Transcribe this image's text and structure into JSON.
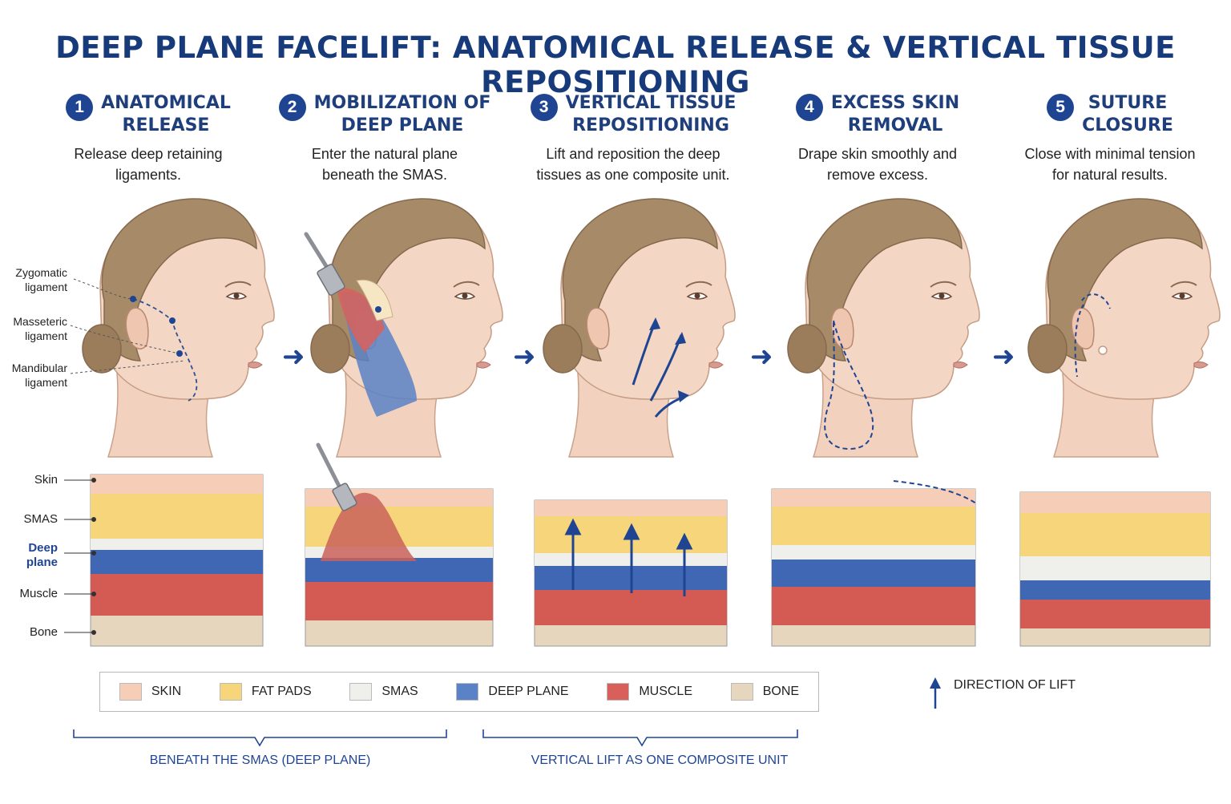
{
  "title": "DEEP PLANE FACELIFT: ANATOMICAL RELEASE & VERTICAL TISSUE REPOSITIONING",
  "steps": [
    {
      "num": "1",
      "title_line1": "ANATOMICAL",
      "title_line2": "RELEASE",
      "desc_line1": "Release deep retaining",
      "desc_line2": "ligaments."
    },
    {
      "num": "2",
      "title_line1": "MOBILIZATION OF",
      "title_line2": "DEEP PLANE",
      "desc_line1": "Enter the natural plane",
      "desc_line2": "beneath the SMAS."
    },
    {
      "num": "3",
      "title_line1": "VERTICAL TISSUE",
      "title_line2": "REPOSITIONING",
      "desc_line1": "Lift and reposition the deep",
      "desc_line2": "tissues as one composite unit."
    },
    {
      "num": "4",
      "title_line1": "EXCESS SKIN",
      "title_line2": "REMOVAL",
      "desc_line1": "Drape skin smoothly and",
      "desc_line2": "remove excess."
    },
    {
      "num": "5",
      "title_line1": "SUTURE",
      "title_line2": "CLOSURE",
      "desc_line1": "Close with minimal tension",
      "desc_line2": "for natural results."
    }
  ],
  "ligaments": {
    "zygomatic_line1": "Zygomatic",
    "zygomatic_line2": "ligament",
    "masseteric_line1": "Masseteric",
    "masseteric_line2": "ligament",
    "mandibular_line1": "Mandibular",
    "mandibular_line2": "ligament"
  },
  "layers": {
    "skin": "Skin",
    "smas": "SMAS",
    "deep_line1": "Deep",
    "deep_line2": "plane",
    "muscle": "Muscle",
    "bone": "Bone"
  },
  "legend": [
    {
      "label": "SKIN",
      "color": "#f6cdb6"
    },
    {
      "label": "FAT PADS",
      "color": "#f7d57a"
    },
    {
      "label": "SMAS",
      "color": "#efefec"
    },
    {
      "label": "DEEP PLANE",
      "color": "#5b82c6"
    },
    {
      "label": "MUSCLE",
      "color": "#d9605a"
    },
    {
      "label": "BONE",
      "color": "#e6d6bd"
    }
  ],
  "direction_of_lift": "DIRECTION OF LIFT",
  "brackets": {
    "left": "BENEATH THE SMAS (DEEP PLANE)",
    "right": "VERTICAL LIFT AS ONE COMPOSITE UNIT"
  },
  "colors": {
    "accent": "#1f4592",
    "skin": "#f6cdb6",
    "fat": "#f7d57a",
    "smas": "#efefec",
    "deep": "#3f67b4",
    "muscle": "#d45a54",
    "bone": "#e6d6bd",
    "hair": "#a78a68",
    "face": "#f4d6c4"
  }
}
